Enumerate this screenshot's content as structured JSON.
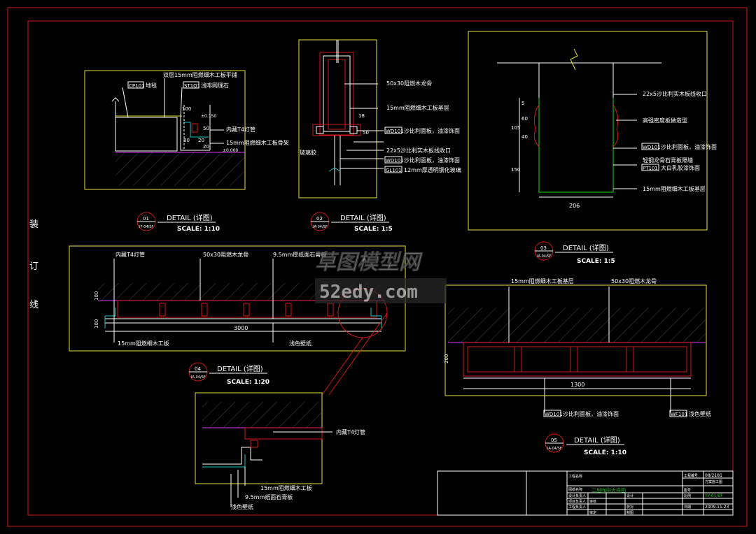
{
  "binding_margin": {
    "chars": [
      "装",
      "订",
      "线"
    ]
  },
  "watermark": {
    "line1": "草图模型网",
    "line2": "52edy.com"
  },
  "colors": {
    "frame": "#d01818",
    "outline": "#e8e23a",
    "text": "#ffffff",
    "green": "#18b818",
    "magenta": "#b030c0"
  },
  "details": [
    {
      "id": "01",
      "ref": "IF-04/SF",
      "title": "DETAIL (详图)",
      "scale": "SCALE: 1:10",
      "labels": [
        "双层15mm阻燃细木工板平铺",
        "地毯",
        "浅啡网理石",
        "内藏T4灯管",
        "15mm阻燃细木工板骨架",
        "CP101",
        "ST1Q1"
      ],
      "dims": [
        "100",
        "50",
        "80",
        "20",
        "20",
        "±0.150",
        "±0.000"
      ]
    },
    {
      "id": "02",
      "ref": "IA-04/SF",
      "title": "DETAIL (详图)",
      "scale": "SCALE: 1:5",
      "labels": [
        "50x30阻燃木龙骨",
        "15mm阻燃细木工板基层",
        "沙比利面板，油漆饰面",
        "22x5沙比利实木板线收口",
        "沙比利面板，油漆饰面",
        "12mm厚透明钢化玻璃",
        "玻璃胶",
        "WD101",
        "WD101",
        "GL101"
      ],
      "dims": [
        "18",
        "50"
      ]
    },
    {
      "id": "03",
      "ref": "IA-04/SF",
      "title": "DETAIL (详图)",
      "scale": "SCALE: 1:5",
      "labels": [
        "22x5沙比利实木板线收口",
        "高强密度板做造型",
        "沙比利面板，油漆饰面",
        "轻钢龙骨石膏板隔墙",
        "大白乳胶漆饰面",
        "15mm阻燃细木工板基层",
        "WD101",
        "PT101"
      ],
      "dims": [
        "5",
        "60",
        "40",
        "105",
        "150",
        "206"
      ]
    },
    {
      "id": "04",
      "ref": "IA-04/SF",
      "title": "DETAIL (详图)",
      "scale": "SCALE: 1:20",
      "labels": [
        "内藏T4灯管",
        "50x30阻燃木龙骨",
        "9.5mm厚纸面石膏板",
        "15mm阻燃细木工板",
        "浅色壁纸"
      ],
      "dims": [
        "100",
        "100",
        "3000"
      ]
    },
    {
      "id": "05",
      "ref": "IA-04/SF",
      "title": "DETAIL (详图)",
      "scale": "SCALE: 1:10",
      "labels": [
        "15mm阻燃细木工板基层",
        "50x30阻燃木龙骨",
        "沙比利面板，油漆饰面",
        "浅色壁纸",
        "WD101",
        "WF101"
      ],
      "dims": [
        "200",
        "1300"
      ]
    }
  ],
  "enlarged": {
    "labels": [
      "内藏T4灯管",
      "15mm阻燃细木工板",
      "9.5mm纸面石膏板",
      "浅色壁纸"
    ]
  },
  "title_block": {
    "drawing_name": "二层咖啡大样图",
    "drawing_no": "YY-01/SF",
    "date": "2009.11.23",
    "project_no": "08/2181",
    "misc": [
      "工程名称",
      "图纸名称",
      "设计负责人",
      "项目负责人",
      "工程负责人",
      "审核",
      "审定",
      "设计",
      "校对",
      "制图",
      "比例",
      "日期",
      "图号",
      "工程编号",
      "方案施工图"
    ]
  }
}
